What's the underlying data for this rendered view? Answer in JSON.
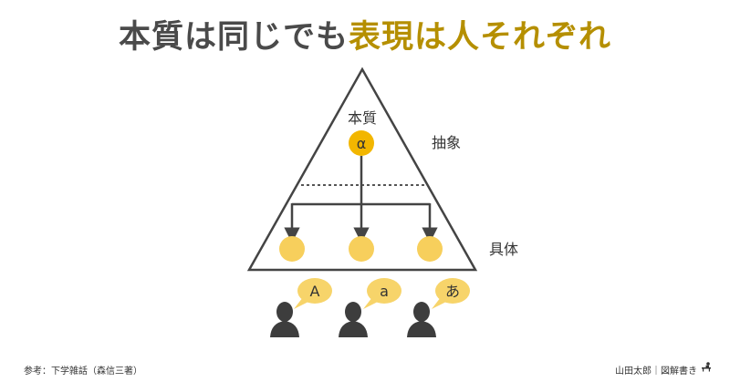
{
  "title": {
    "part1": "本質は同じでも",
    "part2": "表現は人それぞれ"
  },
  "diagram": {
    "top_label": "本質",
    "alpha": "α",
    "abstract_label": "抽象",
    "concrete_label": "具体",
    "bubbles": [
      "A",
      "a",
      "あ"
    ]
  },
  "footer": {
    "reference": "参考：下学雑話（森信三著）",
    "author": "山田太郎｜図解書き"
  },
  "colors": {
    "accent": "#f2b600",
    "light_circle": "#f7cf5c",
    "bubble": "#f7d46a",
    "person": "#3d3d3d",
    "title_accent": "#b58f00"
  }
}
